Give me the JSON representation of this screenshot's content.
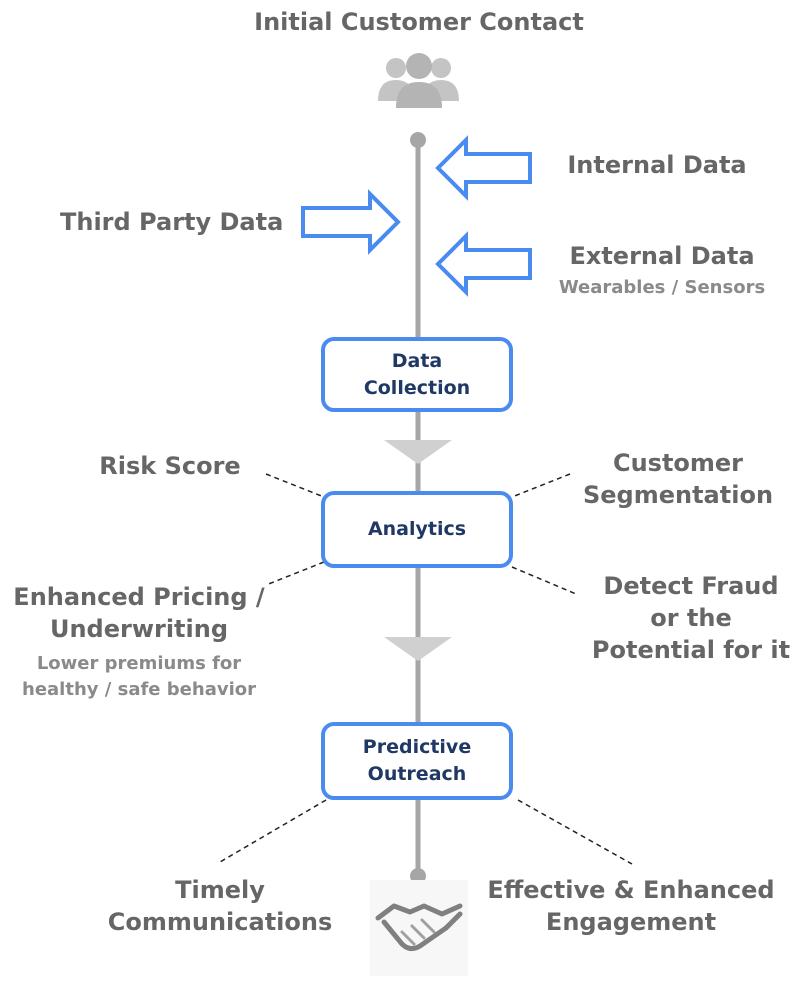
{
  "title": "Initial Customer Contact",
  "inputs": {
    "internal": "Internal Data",
    "third_party": "Third Party Data",
    "external": "External Data",
    "external_sub": "Wearables / Sensors"
  },
  "stages": {
    "data_collection": [
      "Data",
      "Collection"
    ],
    "analytics": "Analytics",
    "predictive_outreach": [
      "Predictive",
      "Outreach"
    ]
  },
  "analytics_outcomes": {
    "risk_score": "Risk Score",
    "customer_segmentation": [
      "Customer",
      "Segmentation"
    ],
    "enhanced_pricing": [
      "Enhanced Pricing /",
      "Underwriting"
    ],
    "enhanced_pricing_sub": [
      "Lower premiums for",
      "healthy / safe behavior"
    ],
    "detect_fraud": [
      "Detect Fraud",
      "or the",
      "Potential for it"
    ]
  },
  "outreach_outcomes": {
    "timely": [
      "Timely",
      "Communications"
    ],
    "engagement": [
      "Effective & Enhanced",
      "Engagement"
    ]
  },
  "icons": {
    "top": "customer-group-icon",
    "bottom": "handshake-icon"
  },
  "colors": {
    "accent": "#4a8bf0",
    "stage_text": "#1f3864",
    "label_text": "#666666",
    "timeline": "#a6a6a6"
  }
}
